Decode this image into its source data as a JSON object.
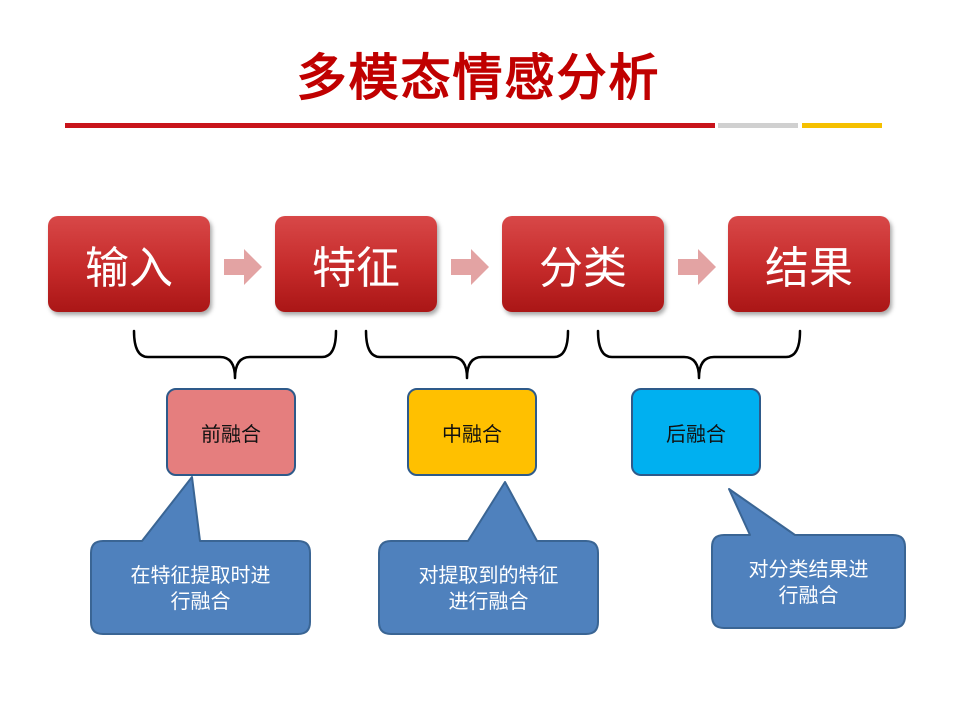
{
  "title": "多模态情感分析",
  "steps": [
    "输入",
    "特征",
    "分类",
    "结果"
  ],
  "fusions": [
    {
      "label": "前融合",
      "color": "#e57e7e",
      "note": "在特征提取时进\n行融合"
    },
    {
      "label": "中融合",
      "color": "#ffc000",
      "note": "对提取到的特征\n进行融合"
    },
    {
      "label": "后融合",
      "color": "#00b0f0",
      "note": "对分类结果进\n行融合"
    }
  ],
  "colors": {
    "title": "#c00000",
    "step": "#c52a2a",
    "callout": "#4f81bd",
    "arrow": "#e3a3a3"
  }
}
